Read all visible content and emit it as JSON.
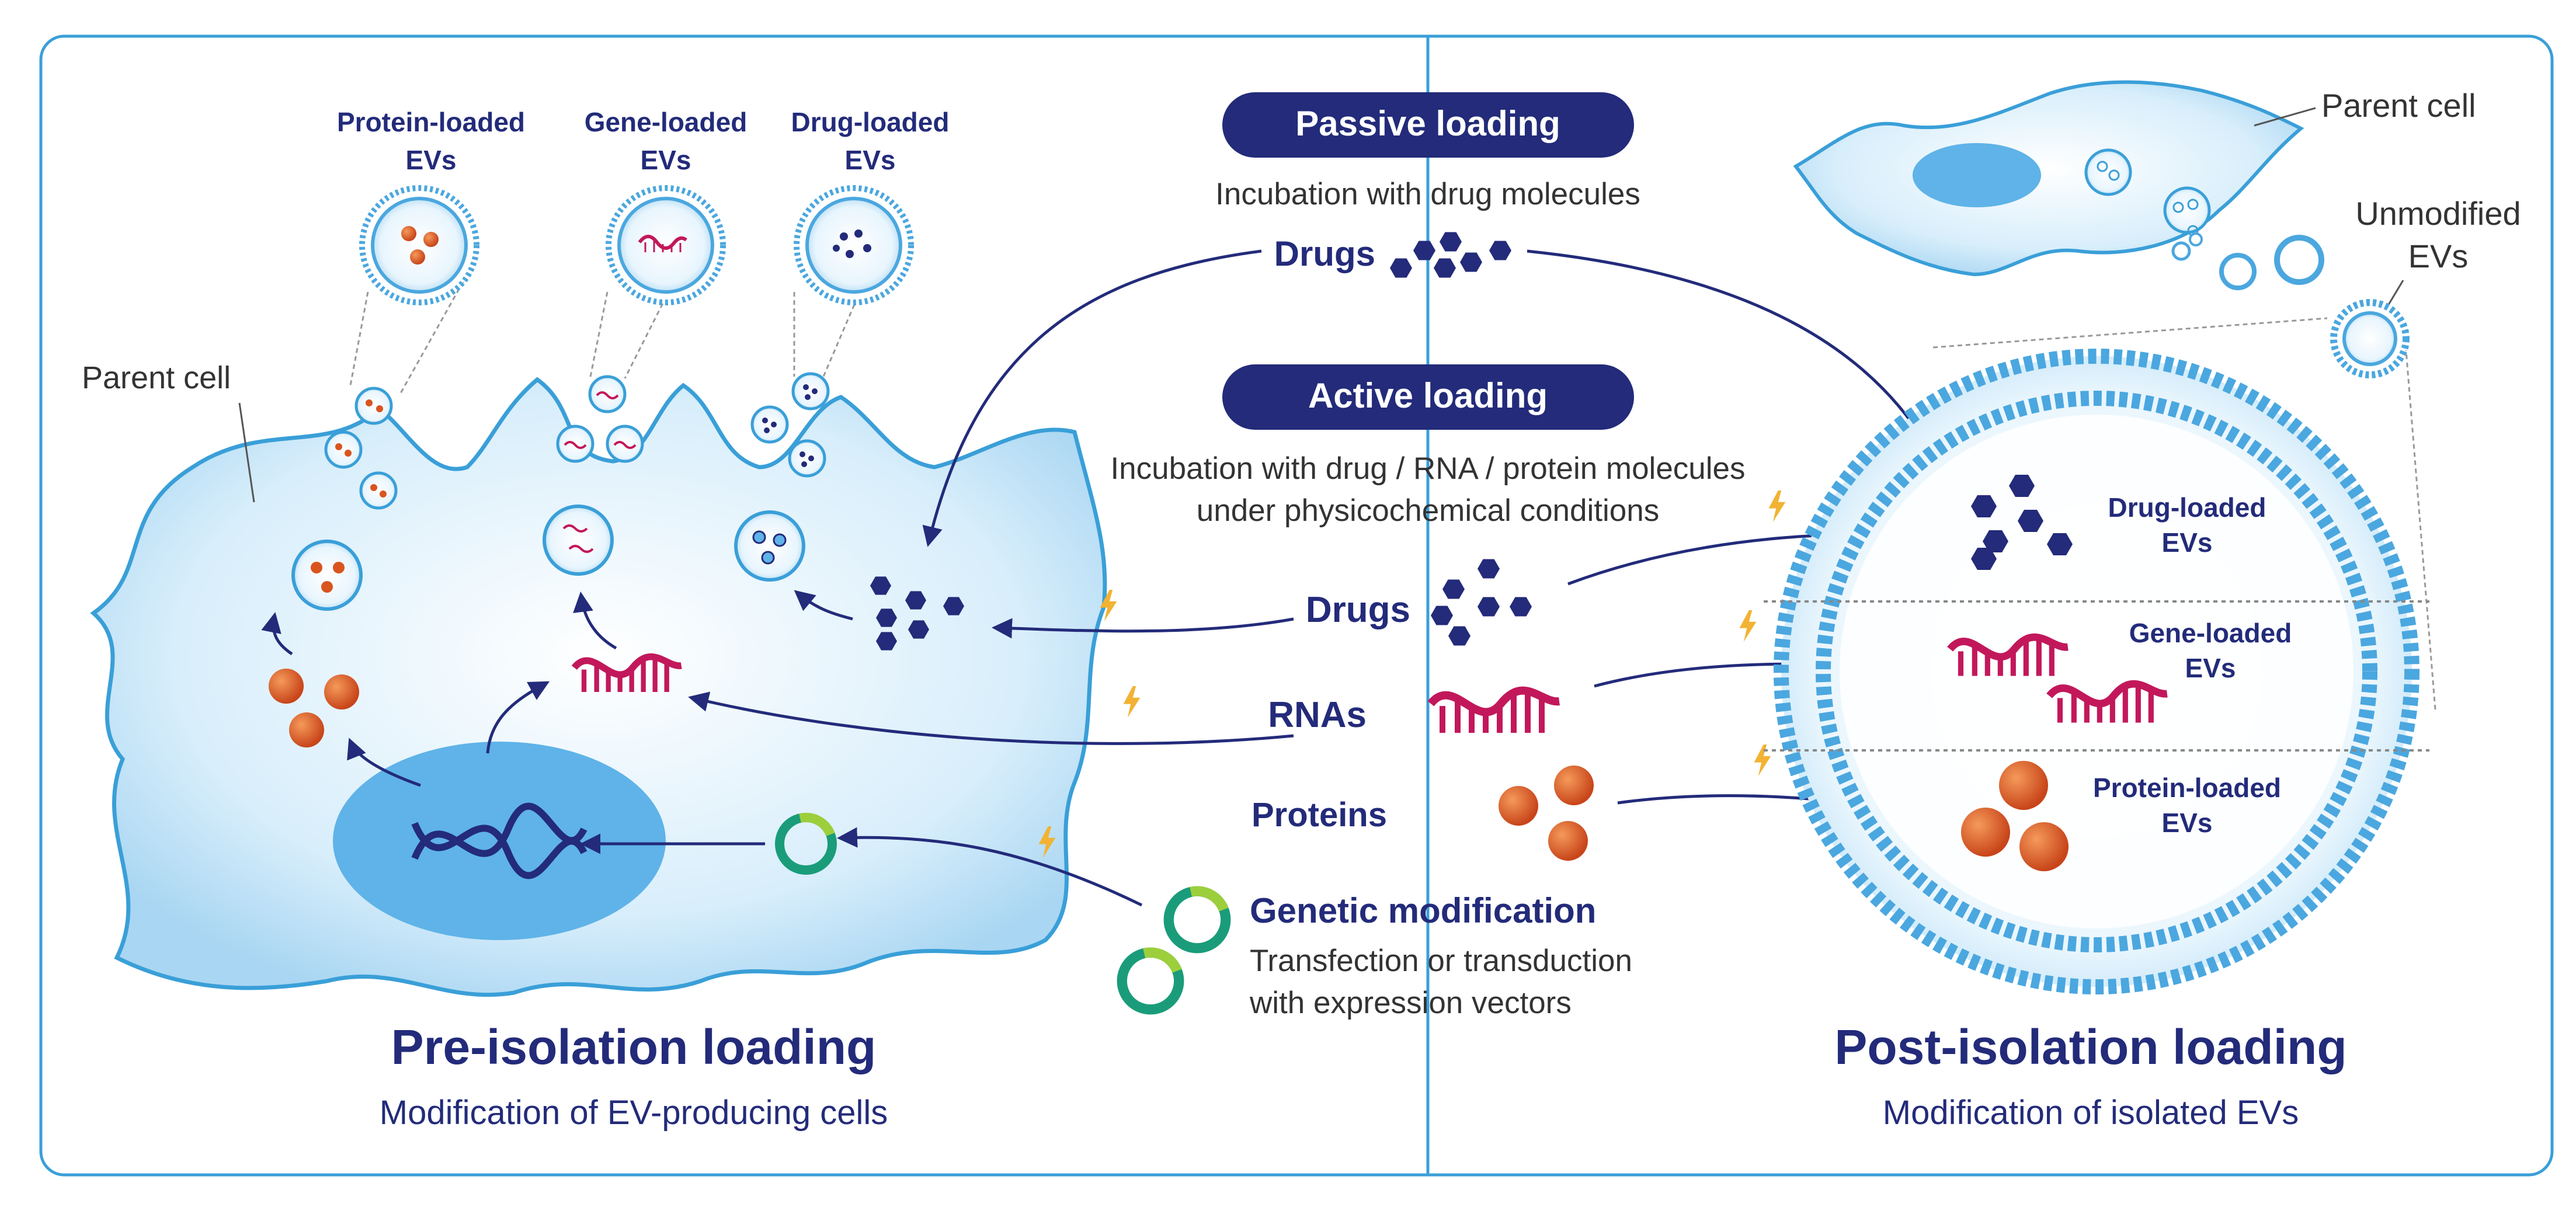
{
  "left_panel": {
    "title": "Pre-isolation loading",
    "subtitle": "Modification of EV-producing cells",
    "parent_cell_label": "Parent cell",
    "ev_types": [
      {
        "line1": "Protein-loaded",
        "line2": "EVs"
      },
      {
        "line1": "Gene-loaded",
        "line2": "EVs"
      },
      {
        "line1": "Drug-loaded",
        "line2": "EVs"
      }
    ]
  },
  "center": {
    "passive_loading": {
      "label": "Passive loading",
      "description": "Incubation with drug molecules",
      "cargo": "Drugs"
    },
    "active_loading": {
      "label": "Active loading",
      "description_line1": "Incubation with drug / RNA / protein molecules",
      "description_line2": "under physicochemical conditions",
      "cargos": [
        "Drugs",
        "RNAs",
        "Proteins"
      ]
    },
    "genetic_modification": {
      "label": "Genetic modification",
      "description_line1": "Transfection or transduction",
      "description_line2": "with expression vectors"
    }
  },
  "right_panel": {
    "title": "Post-isolation loading",
    "subtitle": "Modification of isolated EVs",
    "parent_cell_label": "Parent cell",
    "unmodified_label_line1": "Unmodified",
    "unmodified_label_line2": "EVs",
    "loaded": [
      {
        "line1": "Drug-loaded",
        "line2": "EVs"
      },
      {
        "line1": "Gene-loaded",
        "line2": "EVs"
      },
      {
        "line1": "Protein-loaded",
        "line2": "EVs"
      }
    ]
  },
  "colors": {
    "navy": "#232b7a",
    "frame": "#3a9fd8",
    "cell_fill": "#cde9f9",
    "ev_blue": "#4ba7df",
    "rna": "#c2185b",
    "protein": "#d9541e",
    "plasmid": "#1a9c7a",
    "lightning": "#f2b233"
  }
}
